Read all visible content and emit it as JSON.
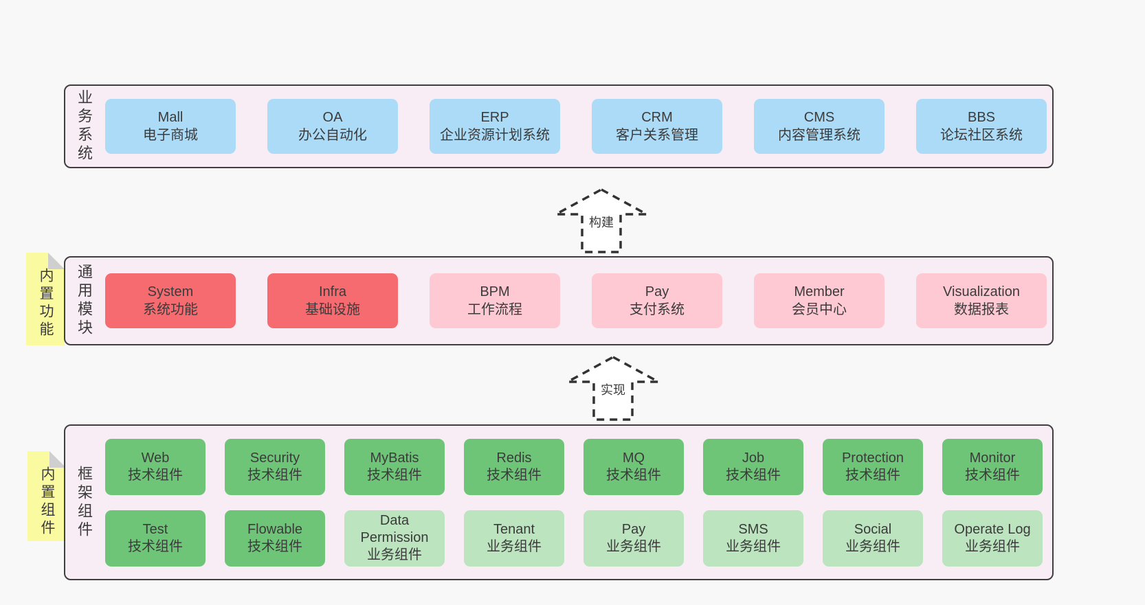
{
  "colors": {
    "page_bg": "#f8f8f8",
    "container_bg": "#f8edf5",
    "container_border": "#3f3f3f",
    "business_system_box": "#abdbf6",
    "core_module_box": "#f56b70",
    "optional_module_box": "#fec9d2",
    "tech_component_box": "#6ec578",
    "biz_component_box": "#bbe4bf",
    "sticky_note": "#fafaa1",
    "sticky_fold": "#cfcfcf",
    "text": "#3b3b3b"
  },
  "arrows": [
    {
      "label": "构建"
    },
    {
      "label": "实现"
    }
  ],
  "stickies": [
    {
      "label": "内置功能"
    },
    {
      "label": "内置组件"
    }
  ],
  "layers": [
    {
      "label": "业务系统",
      "boxes": [
        {
          "title": "Mall",
          "subtitle": "电子商城"
        },
        {
          "title": "OA",
          "subtitle": "办公自动化"
        },
        {
          "title": "ERP",
          "subtitle": "企业资源计划系统"
        },
        {
          "title": "CRM",
          "subtitle": "客户关系管理"
        },
        {
          "title": "CMS",
          "subtitle": "内容管理系统"
        },
        {
          "title": "BBS",
          "subtitle": "论坛社区系统"
        }
      ]
    },
    {
      "label": "通用模块",
      "boxes": [
        {
          "title": "System",
          "subtitle": "系统功能"
        },
        {
          "title": "Infra",
          "subtitle": "基础设施"
        },
        {
          "title": "BPM",
          "subtitle": "工作流程"
        },
        {
          "title": "Pay",
          "subtitle": "支付系统"
        },
        {
          "title": "Member",
          "subtitle": "会员中心"
        },
        {
          "title": "Visualization",
          "subtitle": "数据报表"
        }
      ]
    },
    {
      "label": "框架组件",
      "rows": [
        [
          {
            "title": "Web",
            "subtitle": "技术组件"
          },
          {
            "title": "Security",
            "subtitle": "技术组件"
          },
          {
            "title": "MyBatis",
            "subtitle": "技术组件"
          },
          {
            "title": "Redis",
            "subtitle": "技术组件"
          },
          {
            "title": "MQ",
            "subtitle": "技术组件"
          },
          {
            "title": "Job",
            "subtitle": "技术组件"
          },
          {
            "title": "Protection",
            "subtitle": "技术组件"
          },
          {
            "title": "Monitor",
            "subtitle": "技术组件"
          }
        ],
        [
          {
            "title": "Test",
            "subtitle": "技术组件"
          },
          {
            "title": "Flowable",
            "subtitle": "技术组件"
          },
          {
            "title": "Data Permission",
            "subtitle": "业务组件"
          },
          {
            "title": "Tenant",
            "subtitle": "业务组件"
          },
          {
            "title": "Pay",
            "subtitle": "业务组件"
          },
          {
            "title": "SMS",
            "subtitle": "业务组件"
          },
          {
            "title": "Social",
            "subtitle": "业务组件"
          },
          {
            "title": "Operate Log",
            "subtitle": "业务组件"
          }
        ]
      ]
    }
  ]
}
